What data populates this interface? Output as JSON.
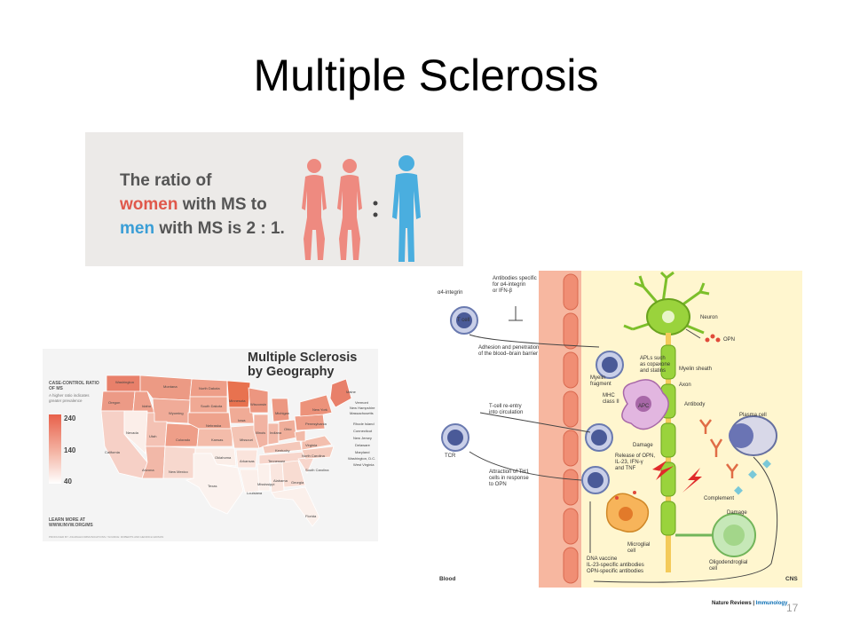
{
  "slide": {
    "title": "Multiple Sclerosis",
    "number": "17"
  },
  "ratio_graphic": {
    "line1": "The ratio of",
    "women_word": "women",
    "line2_rest": " with MS to",
    "men_word": "men",
    "line3_rest": " with MS is 2 : 1.",
    "women_color": "#ee8a80",
    "men_color": "#4aaedf"
  },
  "map": {
    "heading_line1": "Multiple Sclerosis",
    "heading_line2": "by Geography",
    "legend_title": "CASE-CONTROL RATIO OF MS",
    "legend_sub": "A higher ratio indicates greater prevalence",
    "legend_values": [
      "240",
      "140",
      "40"
    ],
    "learn_more": "LEARN MORE AT",
    "learn_url": "WWW.INVW.ORG/MS",
    "credit": "PRODUCED BY: ASUMAHCOMMUNICATIONS / SOURCE: ROBERTS AND HENRICH EDISON",
    "states": {
      "wa": "Washington",
      "or": "Oregon",
      "ca": "California",
      "nv": "Nevada",
      "id": "Idaho",
      "mt": "Montana",
      "wy": "Wyoming",
      "ut": "Utah",
      "az": "Arizona",
      "co": "Colorado",
      "nm": "New Mexico",
      "nd": "North Dakota",
      "sd": "South Dakota",
      "ne": "Nebraska",
      "ks": "Kansas",
      "ok": "Oklahoma",
      "tx": "Texas",
      "mn": "Minnesota",
      "ia": "Iowa",
      "mo": "Missouri",
      "ar": "Arkansas",
      "la": "Louisiana",
      "wi": "Wisconsin",
      "il": "Illinois",
      "mi": "Michigan",
      "in": "Indiana",
      "oh": "Ohio",
      "ky": "Kentucky",
      "tn": "Tennessee",
      "ms": "Mississippi",
      "al": "Alabama",
      "ga": "Georgia",
      "fl": "Florida",
      "sc": "South Carolina",
      "nc": "North Carolina",
      "va": "Virginia",
      "wv": "West Virginia",
      "pa": "Pennsylvania",
      "ny": "New York",
      "me": "Maine",
      "vt": "Vermont",
      "nh": "New Hampshire",
      "ma": "Massachusetts",
      "ri": "Rhode Island",
      "ct": "Connecticut",
      "nj": "New Jersey",
      "de": "Delaware",
      "md": "Maryland",
      "dc": "Washington, D.C."
    }
  },
  "immunology": {
    "a4_integrin": "α4-integrin",
    "tcell": "T cell",
    "antibodies_specific": "Antibodies specific\nfor α4-integrin\nor IFN-β",
    "adhesion": "Adhesion and penetration\nof the blood–brain barrier",
    "myelin_fragment": "Myelin\nfragment",
    "mhc": "MHC\nclass II",
    "apc": "APC",
    "apls": "APLs such\nas copaxone\nand statins",
    "neuron": "Neuron",
    "opn_top": "OPN",
    "myelin_sheath": "Myelin sheath",
    "axon": "Axon",
    "antibody": "Antibody",
    "plasma_cell": "Plasma cell",
    "tcell_reentry": "T-cell re-entry\ninto circulation",
    "tcr": "TCR",
    "attraction": "Attraction of TH1\ncells in response\nto OPN",
    "release": "Release of OPN,\nIL-23, IFN-γ\nand TNF",
    "damage1": "Damage",
    "damage2": "Damage",
    "complement": "Complement",
    "microglial": "Microglial\ncell",
    "oligodendroglial": "Oligodendroglial\ncell",
    "dna_vaccine": "DNA vaccine\nIL-23-specific antibodies\nOPN-specific antibodies",
    "blood": "Blood",
    "cns": "CNS",
    "brand_main": "Nature Reviews | ",
    "brand_sub": "Immunology"
  }
}
